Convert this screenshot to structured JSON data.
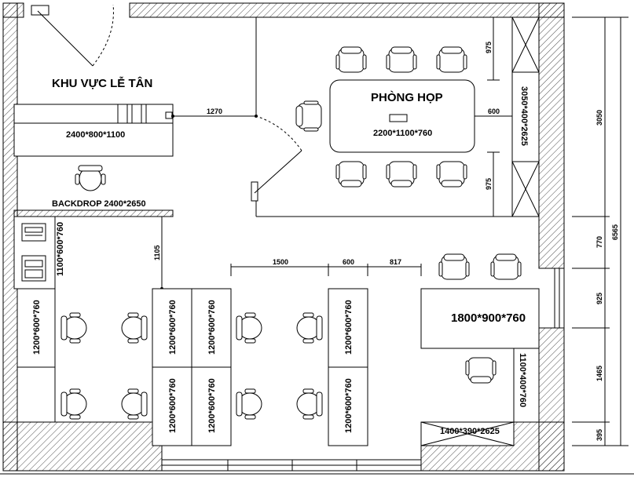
{
  "labels": {
    "reception_area": "KHU VỰC LỄ TÂN",
    "meeting_room": "PHÒNG HỌP",
    "meeting_table_dim": "2200*1100*760",
    "reception_counter_dim": "2400*800*1100",
    "backdrop": "BACKDROP 2400*2650",
    "printer_cabinet_dim": "1100*600*760",
    "right_cabinet_dim": "3050*400*2625",
    "manager_desk_dim": "1800*900*760",
    "manager_cabinet_dim": "1100*400*760",
    "bottom_cabinet_dim": "1400*390*2625",
    "desk_dim": "1200*600*760"
  },
  "dimensions": {
    "d1270": "1270",
    "d1105": "1105",
    "d1500": "1500",
    "d600_mid": "600",
    "d817": "817",
    "d975_top": "975",
    "d975_bottom": "975",
    "d600_meeting": "600",
    "right_3050": "3050",
    "right_770": "770",
    "right_925": "925",
    "right_1465": "1465",
    "right_395": "395",
    "right_total": "6565"
  }
}
